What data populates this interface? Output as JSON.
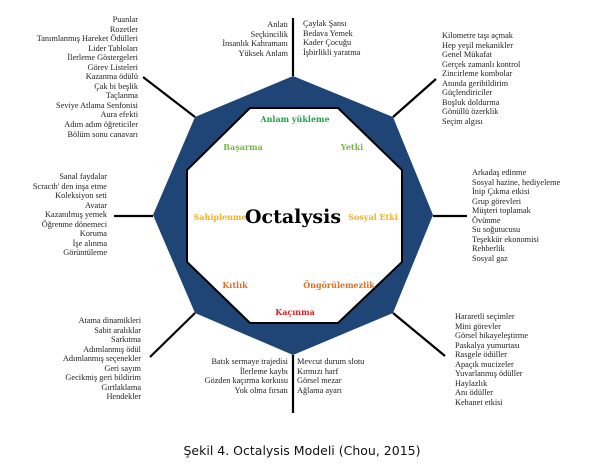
{
  "colors": {
    "octagon": "#1f4576",
    "green": "#1ea34a",
    "light_green": "#7ab648",
    "gold": "#f2b31b",
    "orange": "#e06f1f",
    "red": "#e21d1d"
  },
  "center_title": "Octalysis",
  "drives": {
    "anlam": "Anlam yükleme",
    "basarma": "Başarma",
    "yetki": "Yetki",
    "sahiplenme": "Sahiplenme",
    "sosyal": "Sosyal Etki",
    "kitlik": "Kıtlık",
    "ongorulemezlik": "Öngörülemezlik",
    "kacinma": "Kaçınma"
  },
  "lists": {
    "top_left": [
      "Puanlar",
      "Rozetler",
      "Tanımlanmış Hareket Ödülleri",
      "Lider Tabloları",
      "İlerleme Göstergeleri",
      "Görev Listeleri",
      "Kazanma ödülü",
      "Çak bi beşlik",
      "Taçlanma",
      "Seviye Atlama Senfonisi",
      "Aura efekti",
      "Adım adım öğreticiler",
      "Bölüm sonu canavarı"
    ],
    "top_center_left": [
      "Anlatı",
      "Seçkincilik",
      "İnsanlık Kahramanı",
      "Yüksek Anlam"
    ],
    "top_center_right": [
      "Çaylak Şansı",
      "Bedava Yemek",
      "Kader Çocuğu",
      "İşbirlikli yaratma"
    ],
    "top_right": [
      "Kilometre taşı açmak",
      "Hep yeşil mekanikler",
      "Genel Mükafat",
      "Gerçek zamanlı kontrol",
      "Zincirleme kombolar",
      "Anında geribildirim",
      "Güçlendiriciler",
      "Boşluk doldurma",
      "Gönüllü özerklik",
      "Seçim algısı"
    ],
    "left": [
      "Sanal faydalar",
      "Scracth' den inşa etme",
      "Koleksiyon seti",
      "Avatar",
      "Kazanılmış yemek",
      "Öğrenme dönemeci",
      "Koruma",
      "İşe alınma",
      "Görüntüleme"
    ],
    "right": [
      "Arkadaş edinme",
      "Sosyal hazine, hediyeleme",
      "İnip Çıkma etkisi",
      "Grup görevleri",
      "Müşteri toplamak",
      "Övünme",
      "Su soğutucusu",
      "Teşekkür ekonomisi",
      "Rehberlik",
      "Sosyal gaz"
    ],
    "bottom_left": [
      "Atama dinamikleri",
      "Sabit aralıklar",
      "Sarkıtma",
      "Adımlanmış ödül",
      "Adımlanmış seçenekler",
      "Geri sayım",
      "Gecikmiş geri bildirim",
      "Gırtlaklama",
      "Hendekler"
    ],
    "bottom_center_left": [
      "Batık sermaye trajedisi",
      "İlerleme kaybı",
      "Gözden kaçırma korkusu",
      "Yok olma fırsatı"
    ],
    "bottom_center_right": [
      "Mevcut durum slotu",
      "Kırmızı harf",
      "Görsel mezar",
      "Ağlama ayarı"
    ],
    "bottom_right": [
      "Hararetli seçimler",
      "Mini görevler",
      "Görsel hikayeleştirme",
      "Paskalya yumurtası",
      "Rasgele ödüller",
      "Apaçık mucizeler",
      "Yuvarlanmış ödüller",
      "Haylazlık",
      "Anı ödüller",
      "Kehanet etkisi"
    ]
  },
  "caption": "Şekil 4. Octalysis Modeli (Chou, 2015)"
}
